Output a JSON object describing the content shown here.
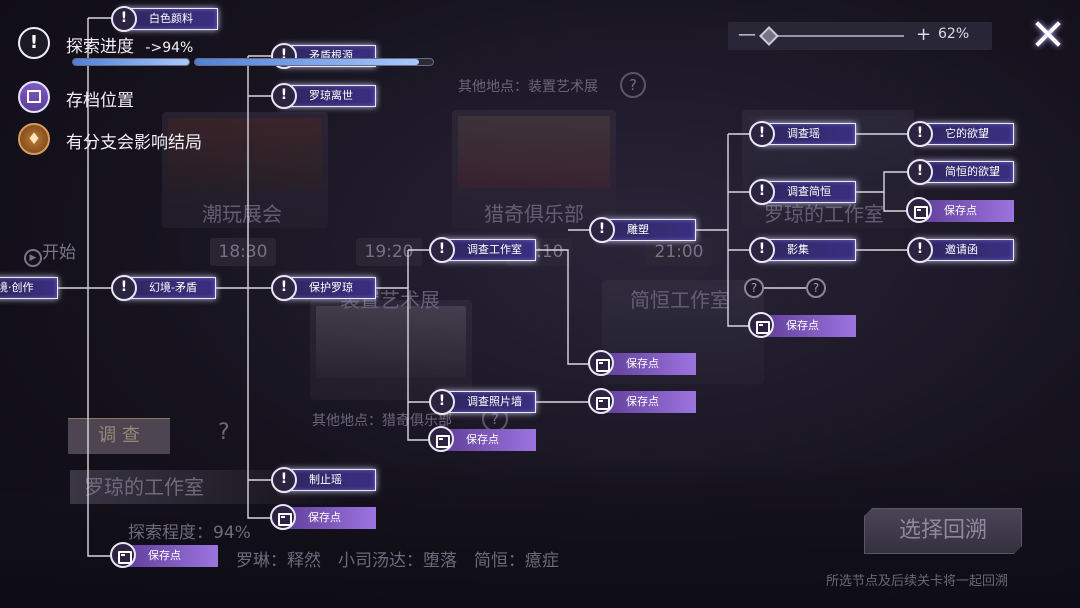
{
  "legend": {
    "progress_label": "探索进度",
    "progress_value": "->94%",
    "save_label": "存档位置",
    "branch_label": "有分支会影响结局"
  },
  "zoom": {
    "value": "62%",
    "minus": "—",
    "plus": "+"
  },
  "background": {
    "start_label": "开始",
    "locations": [
      "潮玩展会",
      "猎奇俱乐部",
      "罗琼的工作室",
      "简恒工作室",
      "装置艺术展"
    ],
    "times": [
      "18:30",
      "19:20",
      "20:10",
      "21:00"
    ],
    "other_place_1": "其他地点：装置艺术展",
    "other_place_2": "其他地点：猎奇俱乐部",
    "tab_investigate": "调 查",
    "tab_unknown": "?",
    "detail_location": "罗琼的工作室",
    "detail_progress": "探索程度：94%",
    "detail_states": "罗琳：释然　小司汤达：堕落　简恒：癔症",
    "choose_button": "选择回溯",
    "footnote": "所选节点及后续关卡将一起回溯"
  },
  "nodes": {
    "n_create": "境·创作",
    "n_white_paint": "白色颜料",
    "n_contradiction": "矛盾根源",
    "n_luoqiong_left": "罗琼离世",
    "n_illusion": "幻境-矛盾",
    "n_protect": "保护罗琼",
    "n_stop": "制止瑶",
    "n_save_left1": "保存点",
    "n_save_bottom": "保存点",
    "n_investigate_studio": "调查工作室",
    "n_photo_wall": "调查照片墙",
    "n_save_mid1": "保存点",
    "n_save_mid2": "保存点",
    "n_sculpture": "雕塑",
    "n_save_mid3": "保存点",
    "n_investigate_yao": "调查瑶",
    "n_investigate_jh": "调查简恒",
    "n_album": "影集",
    "n_save_right1": "保存点",
    "n_its_desire": "它的欲望",
    "n_jh_desire": "简恒的欲望",
    "n_save_right2": "保存点",
    "n_invitation": "邀请函"
  },
  "icons": {
    "exclaim": "!",
    "question": "?"
  }
}
